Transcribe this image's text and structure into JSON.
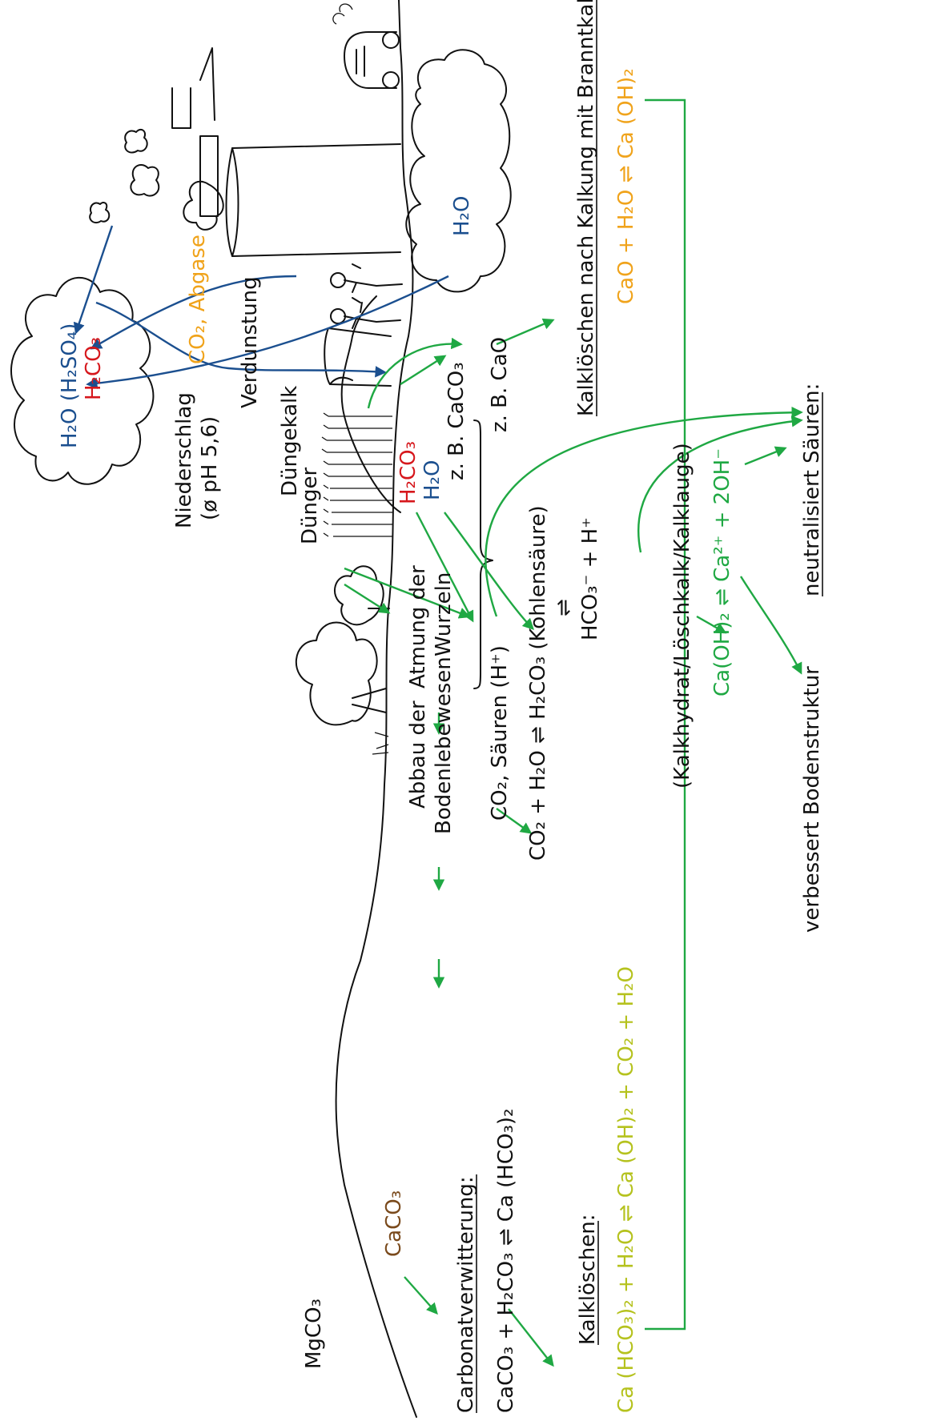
{
  "colors": {
    "water": "#1b4f8f",
    "carbonic_acid": "#d6171c",
    "co2": "#f0a31b",
    "carbonate": "#7a4a1c",
    "process": "#1fa843",
    "bicarbonate": "#b5c21e"
  },
  "labels": {
    "mgco3": "MgCO₃",
    "caco3": "CaCO₃",
    "carbonate_weathering_heading": "Carbonatverwitterung:",
    "carbonate_weathering_eq": "CaCO₃ + H₂CO₃ ⇌ Ca (HCO₃)₂",
    "lime_slaking_heading": "Kalklöschen:",
    "lime_slaking_eq": "Ca (HCO₃)₂ + H₂O ⇌ Ca (OH)₂ + CO₂ + H₂O",
    "decomposition_1": "Abbau der",
    "decomposition_2": "Bodenlebewesen",
    "root_breathing_1": "Atmung der",
    "root_breathing_2": "Wurzeln",
    "fertilizer": "Dünger",
    "fertilizer_lime": "Düngekalk",
    "evaporation": "Verdunstung",
    "exhaust": "CO₂, Abgase",
    "precipitation_1": "Niederschlag",
    "precipitation_2": "(ø pH 5,6)",
    "cloud_water": "H₂O (H₂SO₄)",
    "cloud_acid": "H₂CO₃",
    "cloud2_water": "H₂O",
    "soil_acid": "H₂CO₃",
    "soil_water": "H₂O",
    "acids_line": "CO₂, Säuren (H⁺)",
    "co2_water_eq": "CO₂ + H₂O ⇌ H₂CO₃ (Kohlensäure)",
    "equilibrium_arrow": "⇌",
    "bicarbonate_ion": "HCO₃⁻ + H⁺",
    "e_g_caco3": "z. B. CaCO₃",
    "e_g_cao": "z. B. CaO",
    "quicklime_heading": "Kalklöschen nach Kalkung mit Branntkalk:",
    "quicklime_eq": "CaO + H₂O ⇌ Ca (OH)₂",
    "slaked_lime_names": "(Kalkhydrat/Löschkalk/Kalklauge)",
    "dissociation_eq": "Ca(OH)₂ ⇌ Ca²⁺ + 2OH⁻",
    "neutralizes": "neutralisiert Säuren:",
    "improves_soil": "verbessert Bodenstruktur"
  }
}
